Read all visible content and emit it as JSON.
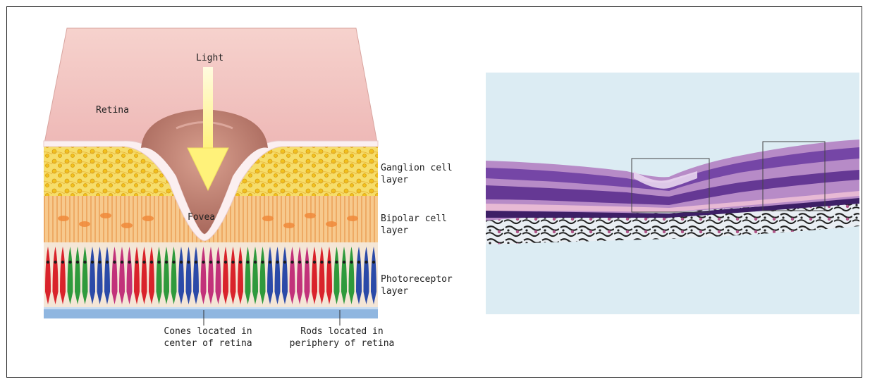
{
  "diagram": {
    "light_label": "Light",
    "retina_label": "Retina",
    "fovea_label": "Fovea",
    "layers": {
      "ganglion": [
        "Ganglion cell",
        "layer"
      ],
      "bipolar": [
        "Bipolar cell",
        "layer"
      ],
      "photoreceptor": [
        "Photoreceptor",
        "layer"
      ]
    },
    "captions": {
      "cones": [
        "Cones located in",
        "center of retina"
      ],
      "rods": [
        "Rods located in",
        "periphery of retina"
      ]
    }
  },
  "colors": {
    "retina_pink": "#f2c4c4",
    "fovea_pit": "#c98e80",
    "ganglion_yellow": "#f5d23c",
    "bipolar_orange": "#f0a055",
    "arrow_yellow": "#fff59a",
    "cone_red": "#d9232b",
    "cone_green": "#2f9a3c",
    "cone_blue": "#2b4aa8",
    "rod_magenta": "#c2327a",
    "pigment_blue": "#8fb6e0",
    "slide_bg": "#dcecf3",
    "stain_purple": "#6a3aa0"
  }
}
